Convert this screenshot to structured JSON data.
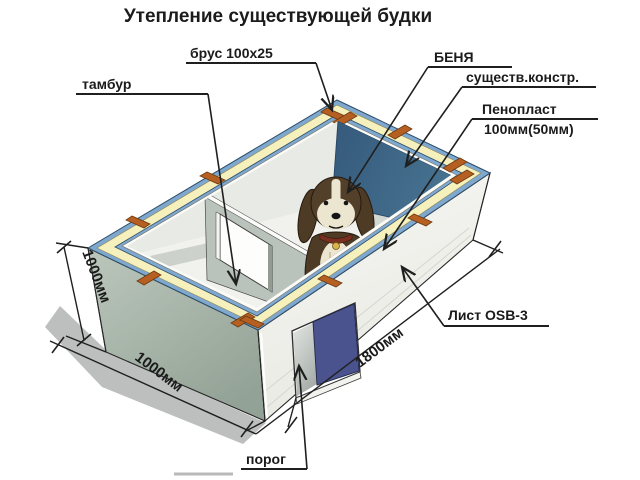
{
  "title": "Утепление существующей будки",
  "callouts": {
    "tambur": "тамбур",
    "brus": "брус 100x25",
    "benya": "БЕНЯ",
    "sushestv_konstr": "существ.констр.",
    "penoplast_1": "Пенопласт",
    "penoplast_2": "100мм(50мм)",
    "osb": "Лист OSB-3",
    "porog": "порог"
  },
  "dimensions": {
    "height_left": "1000мм",
    "depth_left": "1000мм",
    "length_right": "1800мм"
  },
  "colors": {
    "foam_yellow": "#f6f0bd",
    "timber_blue": "#7fa8d0",
    "block_orange": "#b55f23",
    "existing_wall_blue": "#3d6486",
    "osb_wall_white": "#f4f4f1",
    "side_wall_gray": "#aab7ac",
    "door_navy": "#4b538e",
    "shadow_gray": "#a6aaa7"
  }
}
